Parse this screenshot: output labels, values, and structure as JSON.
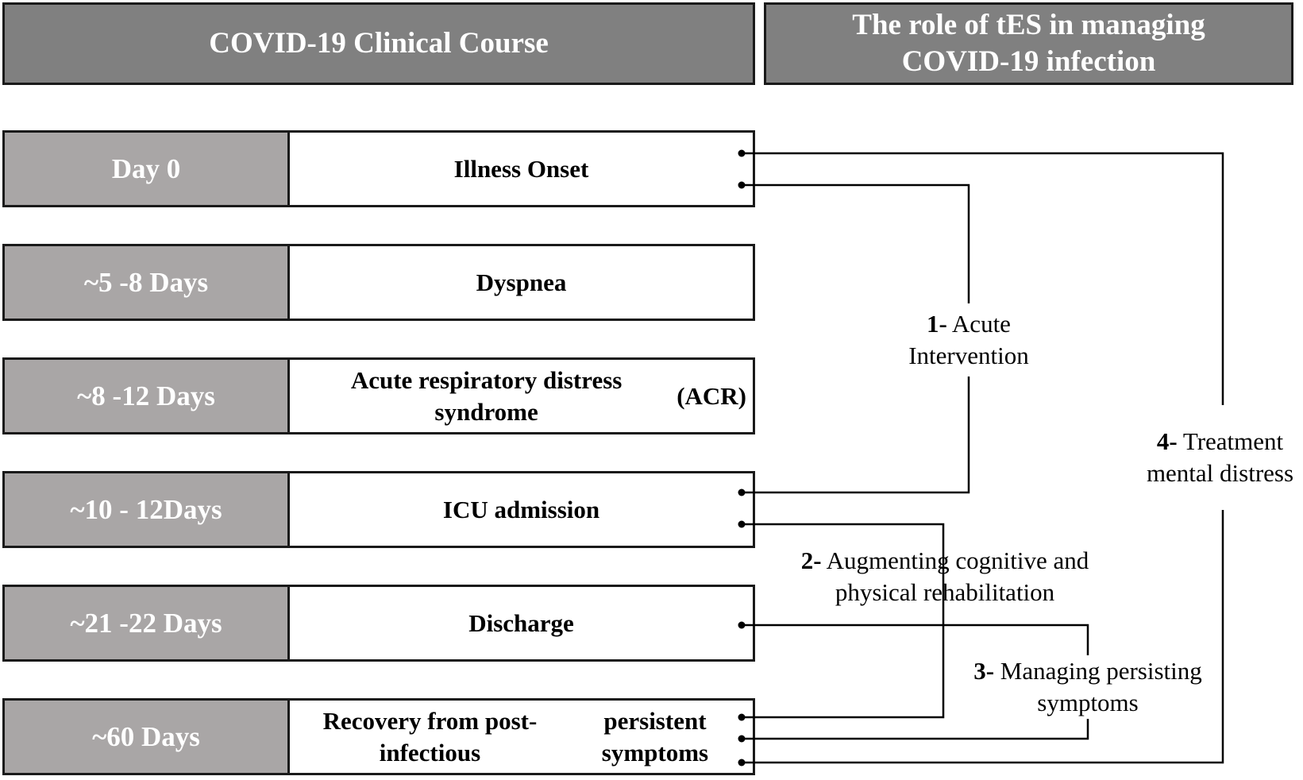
{
  "headers": {
    "left": "COVID-19 Clinical Course",
    "right_line1": "The role of tES in managing",
    "right_line2": "COVID-19 infection"
  },
  "timeline": [
    {
      "day": "Day 0",
      "event": "Illness Onset"
    },
    {
      "day": "~5 -8 Days",
      "event": "Dyspnea"
    },
    {
      "day": "~8 -12 Days",
      "event_line1": "Acute respiratory distress syndrome",
      "event_line2": "(ACR)"
    },
    {
      "day": "~10 - 12Days",
      "event": "ICU admission"
    },
    {
      "day": "~21 -22 Days",
      "event": "Discharge"
    },
    {
      "day": "~60 Days",
      "event_line1": "Recovery from post-infectious",
      "event_line2": "persistent symptoms"
    }
  ],
  "roles": [
    {
      "number": "1-",
      "line1": "Acute",
      "line2": "Intervention"
    },
    {
      "number": "2-",
      "line1": "Augmenting cognitive and",
      "line2": "physical rehabilitation"
    },
    {
      "number": "3-",
      "line1": "Managing persisting",
      "line2": "symptoms"
    },
    {
      "number": "4-",
      "line1": "Treatment",
      "line2": "mental distress"
    }
  ],
  "colors": {
    "header_bg": "#808080",
    "day_bg": "#a9a6a6",
    "border": "#1a1a1a",
    "connector": "#000000"
  }
}
